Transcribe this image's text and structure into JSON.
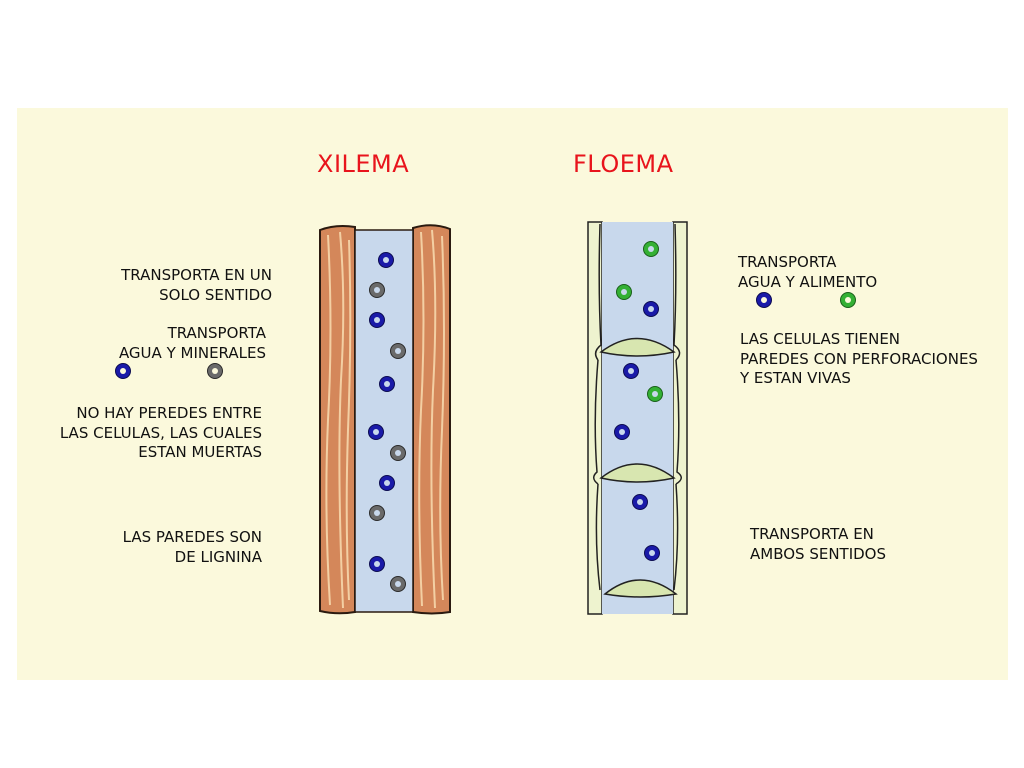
{
  "colors": {
    "background": "#fbf9dc",
    "title": "#e8141c",
    "vessel_fill": "#c8d8ec",
    "wood_fill": "#d4875a",
    "wood_grain": "#f3cfa3",
    "sieve_plate": "#d8e6b0",
    "water_molecule": "#1a1aa8",
    "mineral_molecule": "#6a6a6a",
    "food_molecule": "#34b034"
  },
  "xilema": {
    "title": "XILEMA",
    "label_one_direction": [
      "TRANSPORTA EN UN",
      "SOLO SENTIDO"
    ],
    "label_water_minerals": [
      "TRANSPORTA",
      "AGUA Y MINERALES"
    ],
    "label_dead_cells": [
      "NO HAY PEREDES ENTRE",
      "LAS CELULAS, LAS CUALES",
      "ESTAN MUERTAS"
    ],
    "label_lignin": [
      "LAS PAREDES SON",
      "DE LIGNINA"
    ],
    "legend_icons": [
      "water-molecule-icon",
      "mineral-molecule-icon"
    ]
  },
  "floema": {
    "title": "FLOEMA",
    "label_water_food": [
      "TRANSPORTA",
      "AGUA Y ALIMENTO"
    ],
    "label_living_cells": [
      "LAS CELULAS TIENEN",
      "PAREDES CON PERFORACIONES",
      "Y ESTAN VIVAS"
    ],
    "label_both_directions": [
      "TRANSPORTA EN",
      "AMBOS SENTIDOS"
    ],
    "legend_icons": [
      "water-molecule-icon",
      "food-molecule-icon"
    ]
  }
}
